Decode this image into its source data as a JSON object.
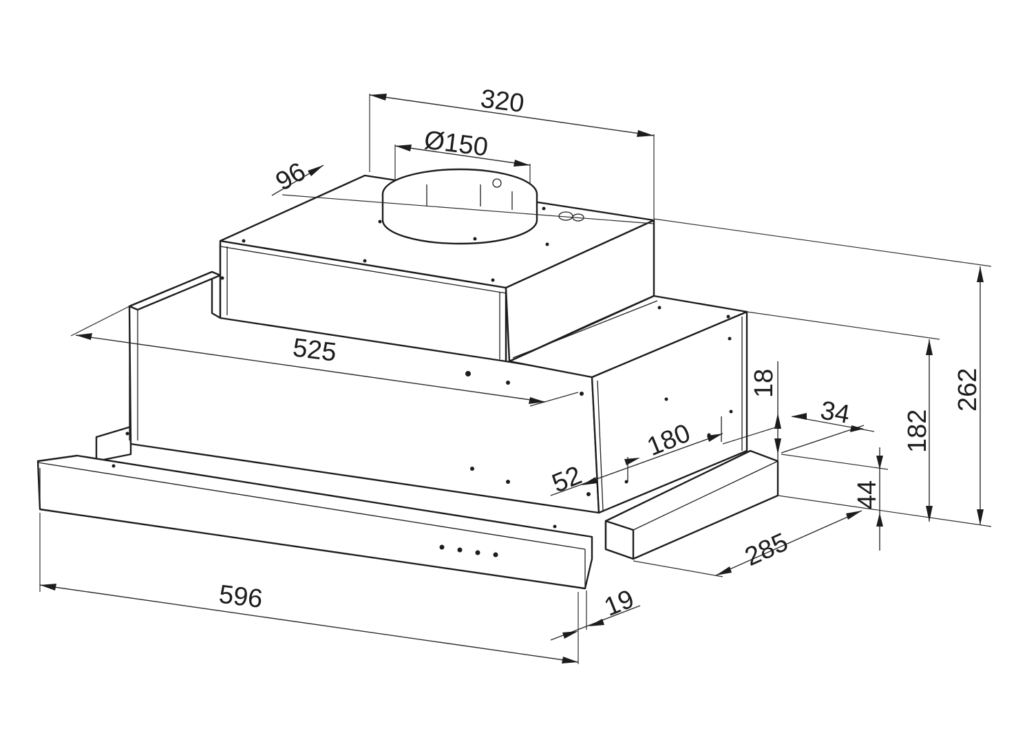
{
  "diagram": {
    "dimensions": {
      "width_flue": "320",
      "diameter": "Ø150",
      "offset": "96",
      "body_width": "525",
      "height_total": "262",
      "height_body": "182",
      "height_18": "18",
      "gap_34": "34",
      "slot_180": "180",
      "slot_52": "52",
      "height_front": "44",
      "depth": "285",
      "front_width": "596",
      "front_thickness": "19"
    }
  }
}
